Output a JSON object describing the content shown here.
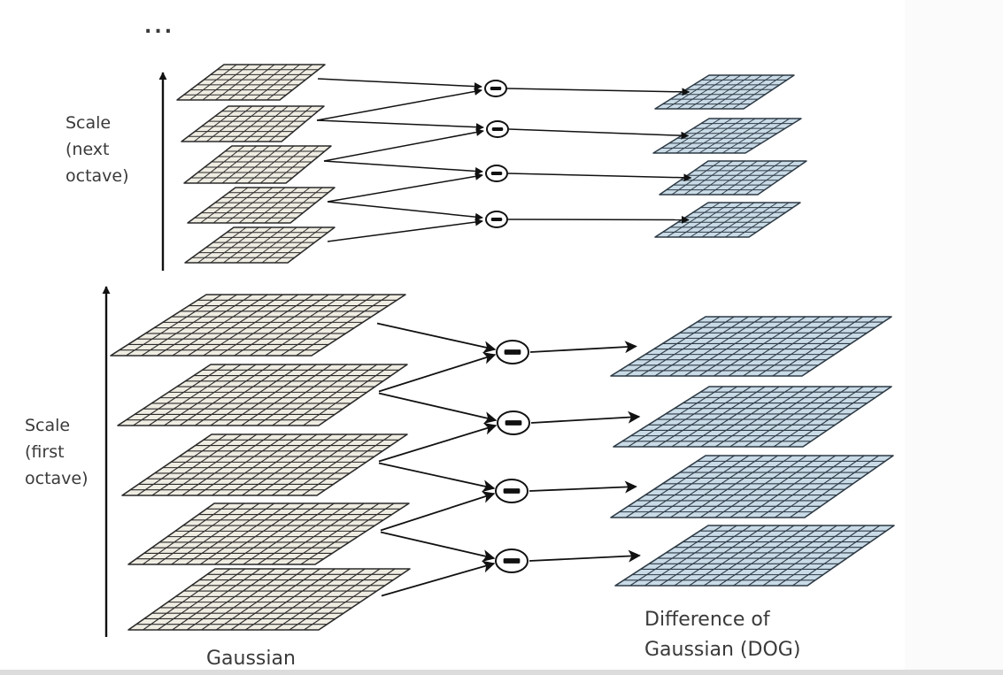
{
  "ellipsis": "...",
  "labels": {
    "next_octave": [
      "Scale",
      "(next",
      "octave)"
    ],
    "first_octave": [
      "Scale",
      "(first",
      "octave)"
    ],
    "gaussian": "Gaussian",
    "dog": [
      "Difference of",
      "Gaussian (DOG)"
    ]
  },
  "operator_symbol": "minus",
  "octaves": [
    {
      "name": "next",
      "gaussian_layers": 5,
      "dog_layers": 4
    },
    {
      "name": "first",
      "gaussian_layers": 5,
      "dog_layers": 4
    }
  ],
  "colors": {
    "gaussian_fill": "#efece2",
    "gaussian_line": "#2a2a2a",
    "dog_fill": "#c9dbe6",
    "dog_line": "#2d3a45",
    "arrow": "#111111",
    "text": "#3a3a3a"
  }
}
